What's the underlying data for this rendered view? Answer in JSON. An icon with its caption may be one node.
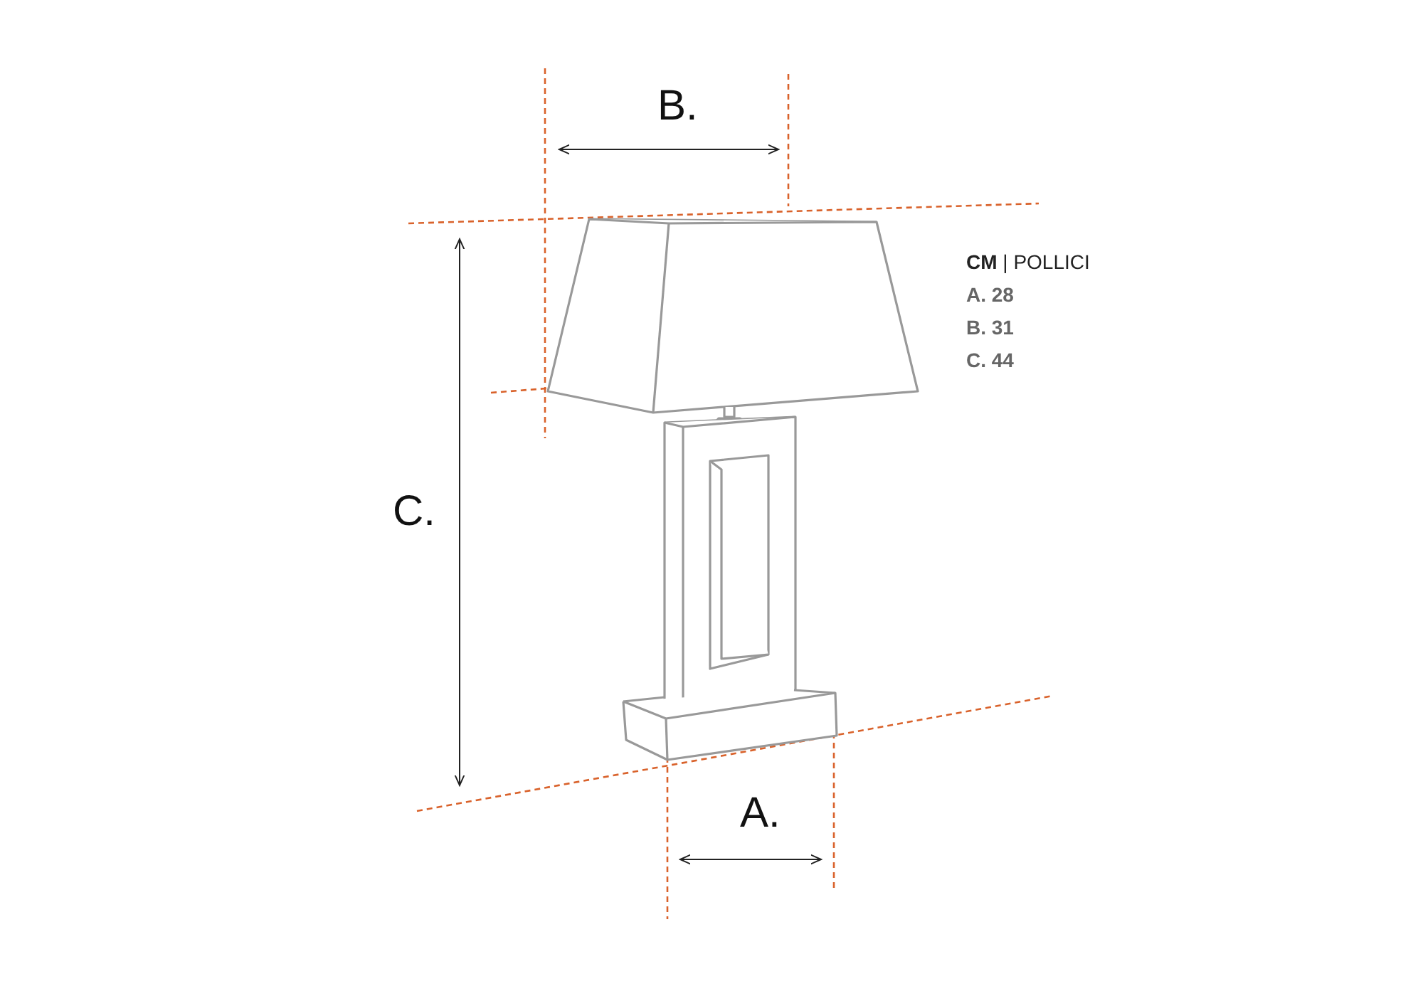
{
  "diagram": {
    "labels": [
      "B.",
      "**CM** | POLLICI",
      "A. 28",
      "B. 31",
      "C. 44",
      "C.",
      "A."
    ]
  }
}
